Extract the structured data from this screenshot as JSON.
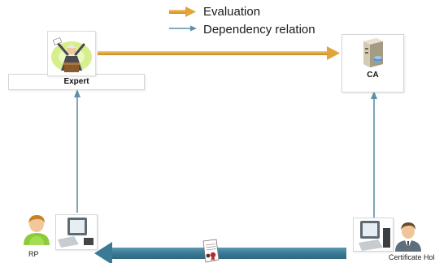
{
  "legend": {
    "evaluation_label": "Evaluation",
    "dependency_label": "Dependency relation",
    "evaluation_color": "#e6a83a",
    "dependency_color": "#5f8fa6"
  },
  "nodes": {
    "expert": {
      "label": "Expert",
      "icon": "expert-illustration-icon"
    },
    "ca": {
      "label": "CA",
      "icon": "server-icon"
    },
    "rp": {
      "label": "RP",
      "icons": [
        "person-icon",
        "computer-icon"
      ]
    },
    "certificate_holder": {
      "label": "Certificate Hold",
      "icons": [
        "computer-icon",
        "businessman-icon"
      ]
    }
  },
  "edges": {
    "expert_to_ca": "evaluation",
    "rp_to_expert": "dependency",
    "certholder_to_ca": "dependency",
    "certholder_to_rp": "transfer",
    "transfer_icon": "certificate-document-icon",
    "transfer_color": "#3e7f99"
  }
}
